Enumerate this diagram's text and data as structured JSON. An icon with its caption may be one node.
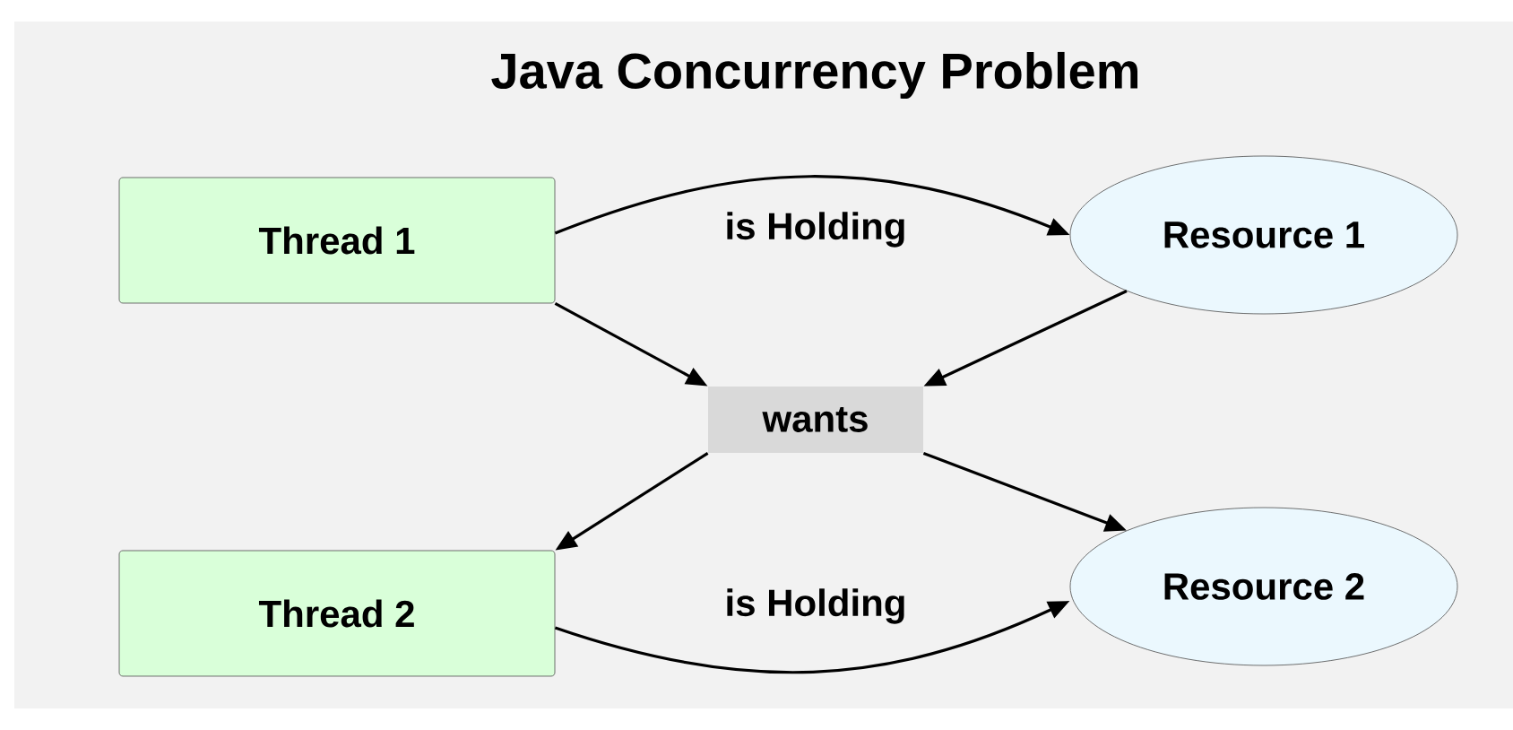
{
  "diagram": {
    "title": "Java Concurrency Problem",
    "nodes": [
      {
        "text": [
          "Thread 1"
        ]
      },
      {
        "text": [
          "Resource 1"
        ]
      },
      {
        "text": [
          "wants"
        ]
      },
      {
        "text": [
          "Thread 2"
        ]
      },
      {
        "text": [
          "Resource 2"
        ]
      }
    ],
    "edges": [
      {
        "from": 0,
        "to": 1,
        "arrow": "to",
        "label": "is Holding"
      },
      {
        "from": 0,
        "to": 2,
        "arrow": "to"
      },
      {
        "from": 1,
        "to": 2,
        "arrow": "to"
      },
      {
        "from": 2,
        "to": 3,
        "arrow": "to"
      },
      {
        "from": 2,
        "to": 4,
        "arrow": "to"
      },
      {
        "from": 3,
        "to": 4,
        "arrow": "to",
        "label": "is Holding"
      }
    ]
  }
}
